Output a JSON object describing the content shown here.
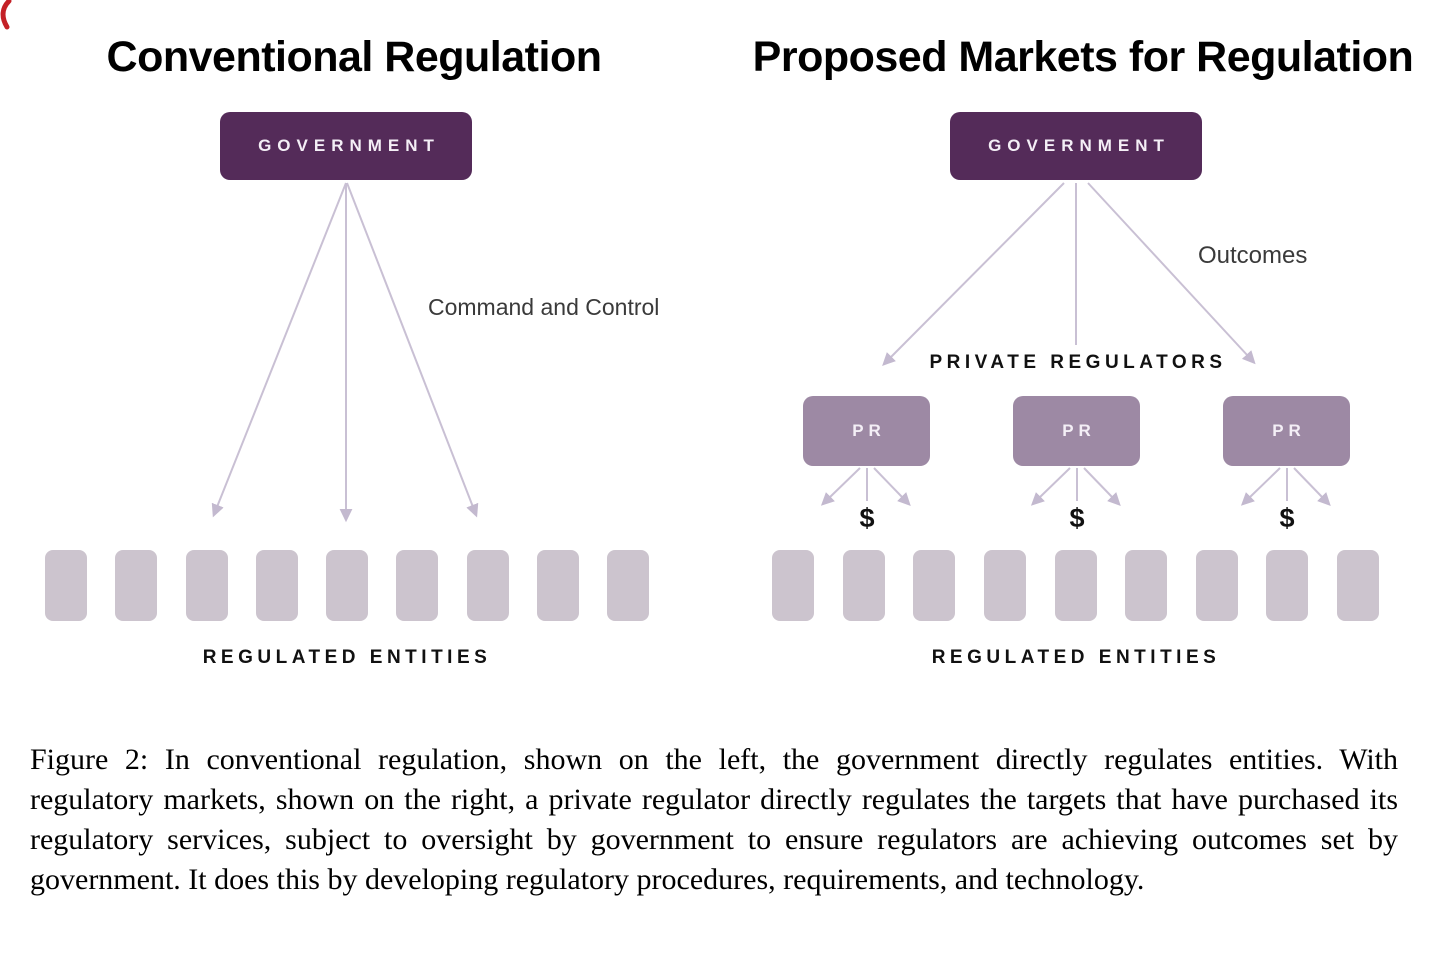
{
  "panels": [
    {
      "title": "Conventional Regulation",
      "government_label": "GOVERNMENT",
      "arrow_label": "Command and Control",
      "entities_count": 9,
      "entities_label": "REGULATED ENTITIES"
    },
    {
      "title": "Proposed Markets for Regulation",
      "government_label": "GOVERNMENT",
      "arrow_label": "Outcomes",
      "regulators_label": "PRIVATE REGULATORS",
      "pr_boxes": [
        "PR",
        "PR",
        "PR"
      ],
      "money_symbol": "$",
      "entities_count": 9,
      "entities_label": "REGULATED ENTITIES"
    }
  ],
  "figure": {
    "caption": "Figure 2: In conventional regulation, shown on the left, the government directly regulates entities. With regulatory markets, shown on the right, a private regulator directly regulates the targets that have purchased its regulatory services, subject to oversight by government to ensure regulators are achieving outcomes set by government. It does this by developing regulatory procedures, requirements, and technology."
  },
  "colors": {
    "government_box": "#542b59",
    "pr_box": "#9d89a4",
    "entity_box": "#ccc4ce",
    "arrow": "#c9c0d4",
    "annotation_text": "#3a3a3a",
    "label_text": "#111111",
    "red_artifact": "#c42127"
  }
}
